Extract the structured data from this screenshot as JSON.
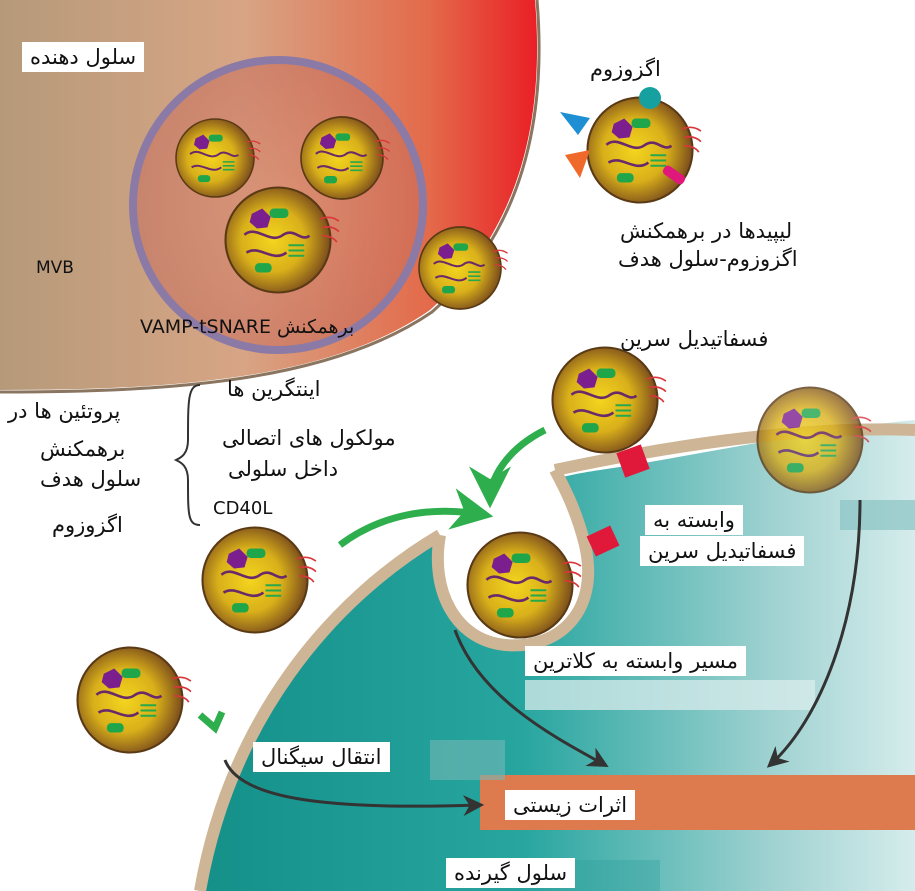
{
  "labels": {
    "donor_cell": "سلول دهنده",
    "mvb": "MVB",
    "vamp_interaction": "برهمکنش VAMP-tSNARE",
    "exosome": "اگزوزوم",
    "lipids_line1": "لیپیدها در برهمکنش",
    "lipids_line2": "اگزوزوم-سلول هدف",
    "phosphatidylserine": "فسفاتیدیل سرین",
    "integrins": "اینتگرین ها",
    "adhesion_line1": "مولکول های اتصالی",
    "adhesion_line2": "داخل سلولی",
    "proteins_line1": "پروتئین ها در",
    "proteins_line2": "برهمکنش",
    "proteins_line3": "سلول هدف",
    "proteins_line4": "اگزوزوم",
    "cd40l": "CD40L",
    "ps_dependent_line1": "وابسته به",
    "ps_dependent_line2": "فسفاتیدیل سرین",
    "clathrin_pathway": "مسیر وابسته به کلاترین",
    "signal_transduction": "انتقال سیگنال",
    "biological_effects": "اثرات زیستی",
    "recipient_cell": "سلول گیرنده"
  },
  "colors": {
    "donor_cell_light": "#c8ab8a",
    "donor_cell_red": "#e8262a",
    "recipient_teal": "#1a9a93",
    "recipient_light": "#bfe2e2",
    "membrane_tan": "#cdb595",
    "exosome_yellow": "#e9c21c",
    "exosome_brown": "#8a5a20",
    "biological_effects_bar": "#dd7b4f",
    "arrow_green": "#2fae4e",
    "arrow_dark": "#333333"
  }
}
